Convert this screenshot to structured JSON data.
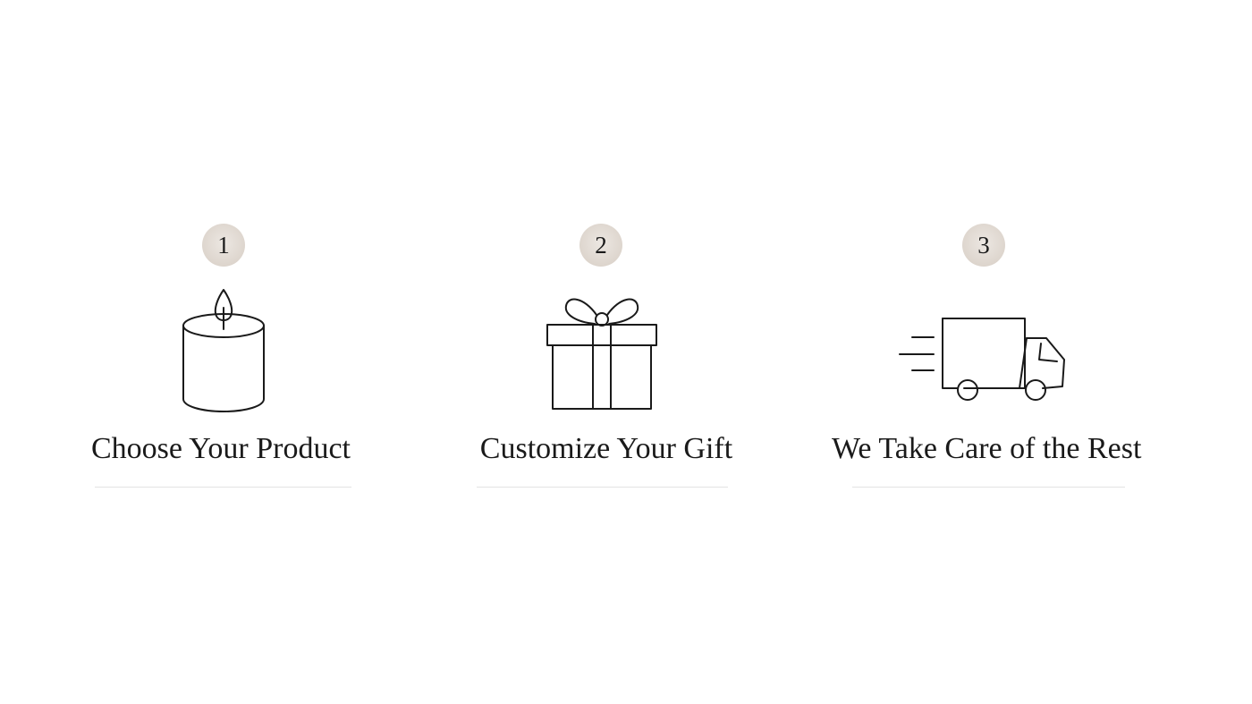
{
  "steps": [
    {
      "number": "1",
      "title": "Choose Your Product",
      "icon": "candle-icon"
    },
    {
      "number": "2",
      "title": "Customize Your Gift",
      "icon": "gift-box-icon"
    },
    {
      "number": "3",
      "title": "We Take Care of the Rest",
      "icon": "delivery-truck-icon"
    }
  ],
  "colors": {
    "badge": "#ddd5cd",
    "text": "#1a1a1a",
    "divider": "#e3e3e3",
    "background": "#ffffff"
  }
}
